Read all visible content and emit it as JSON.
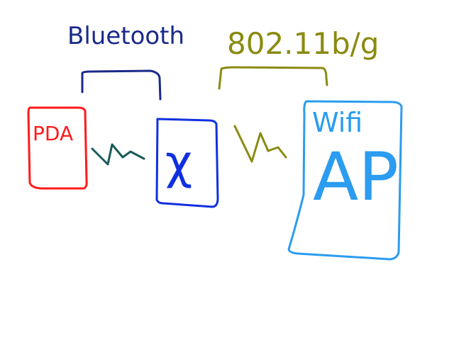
{
  "colors": {
    "pda": "#ff1a1a",
    "device": "#1030e0",
    "ap": "#2b9cf0",
    "bluetooth": "#1a2a8a",
    "wifi_link": "#8a8a10",
    "bt_zigzag": "#1a5a5a"
  },
  "labels": {
    "bluetooth": "Bluetooth",
    "wifi_standard": "802.11b/g",
    "pda": "PDA",
    "device": "χ",
    "ap_top": "Wifi",
    "ap_main": "AP"
  },
  "icons": {
    "bt_link": "zigzag-signal-icon",
    "wifi_link": "zigzag-signal-icon"
  }
}
